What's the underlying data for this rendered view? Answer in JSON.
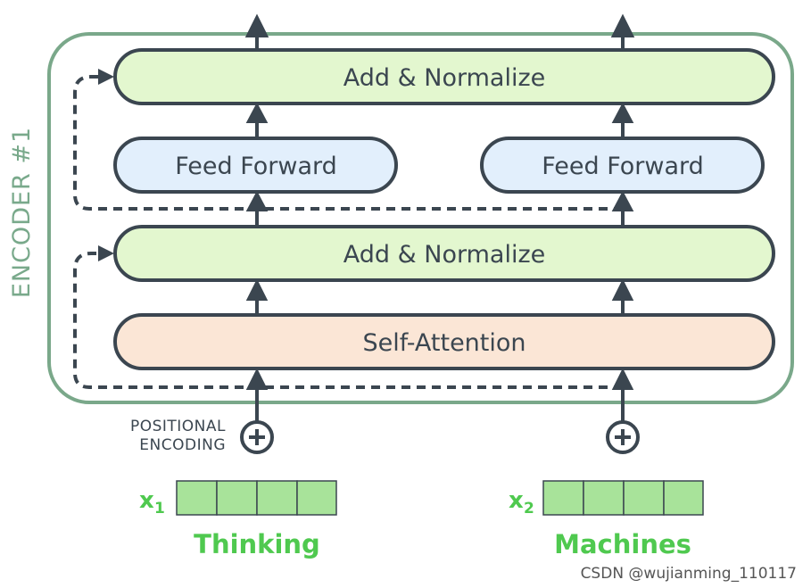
{
  "encoder": {
    "label": "ENCODER #1",
    "top_add_normalize": "Add & Normalize",
    "bottom_add_normalize": "Add & Normalize",
    "feed_forward_left": "Feed Forward",
    "feed_forward_right": "Feed Forward",
    "self_attention": "Self-Attention"
  },
  "positional_encoding": {
    "line1": "POSITIONAL",
    "line2": "ENCODING"
  },
  "inputs": [
    {
      "symbol": "x",
      "subscript": "1",
      "word": "Thinking",
      "cells": 4
    },
    {
      "symbol": "x",
      "subscript": "2",
      "word": "Machines",
      "cells": 4
    }
  ],
  "watermark": "CSDN @wujianming_110117",
  "colors": {
    "encoder_border": "#7aa88a",
    "add_normalize_fill": "#e3f7cf",
    "feed_forward_fill": "#e2effc",
    "self_attention_fill": "#fbe6d6",
    "box_border": "#3b4650",
    "input_green": "#4fc94f",
    "embedding_fill": "#a8e39a"
  }
}
